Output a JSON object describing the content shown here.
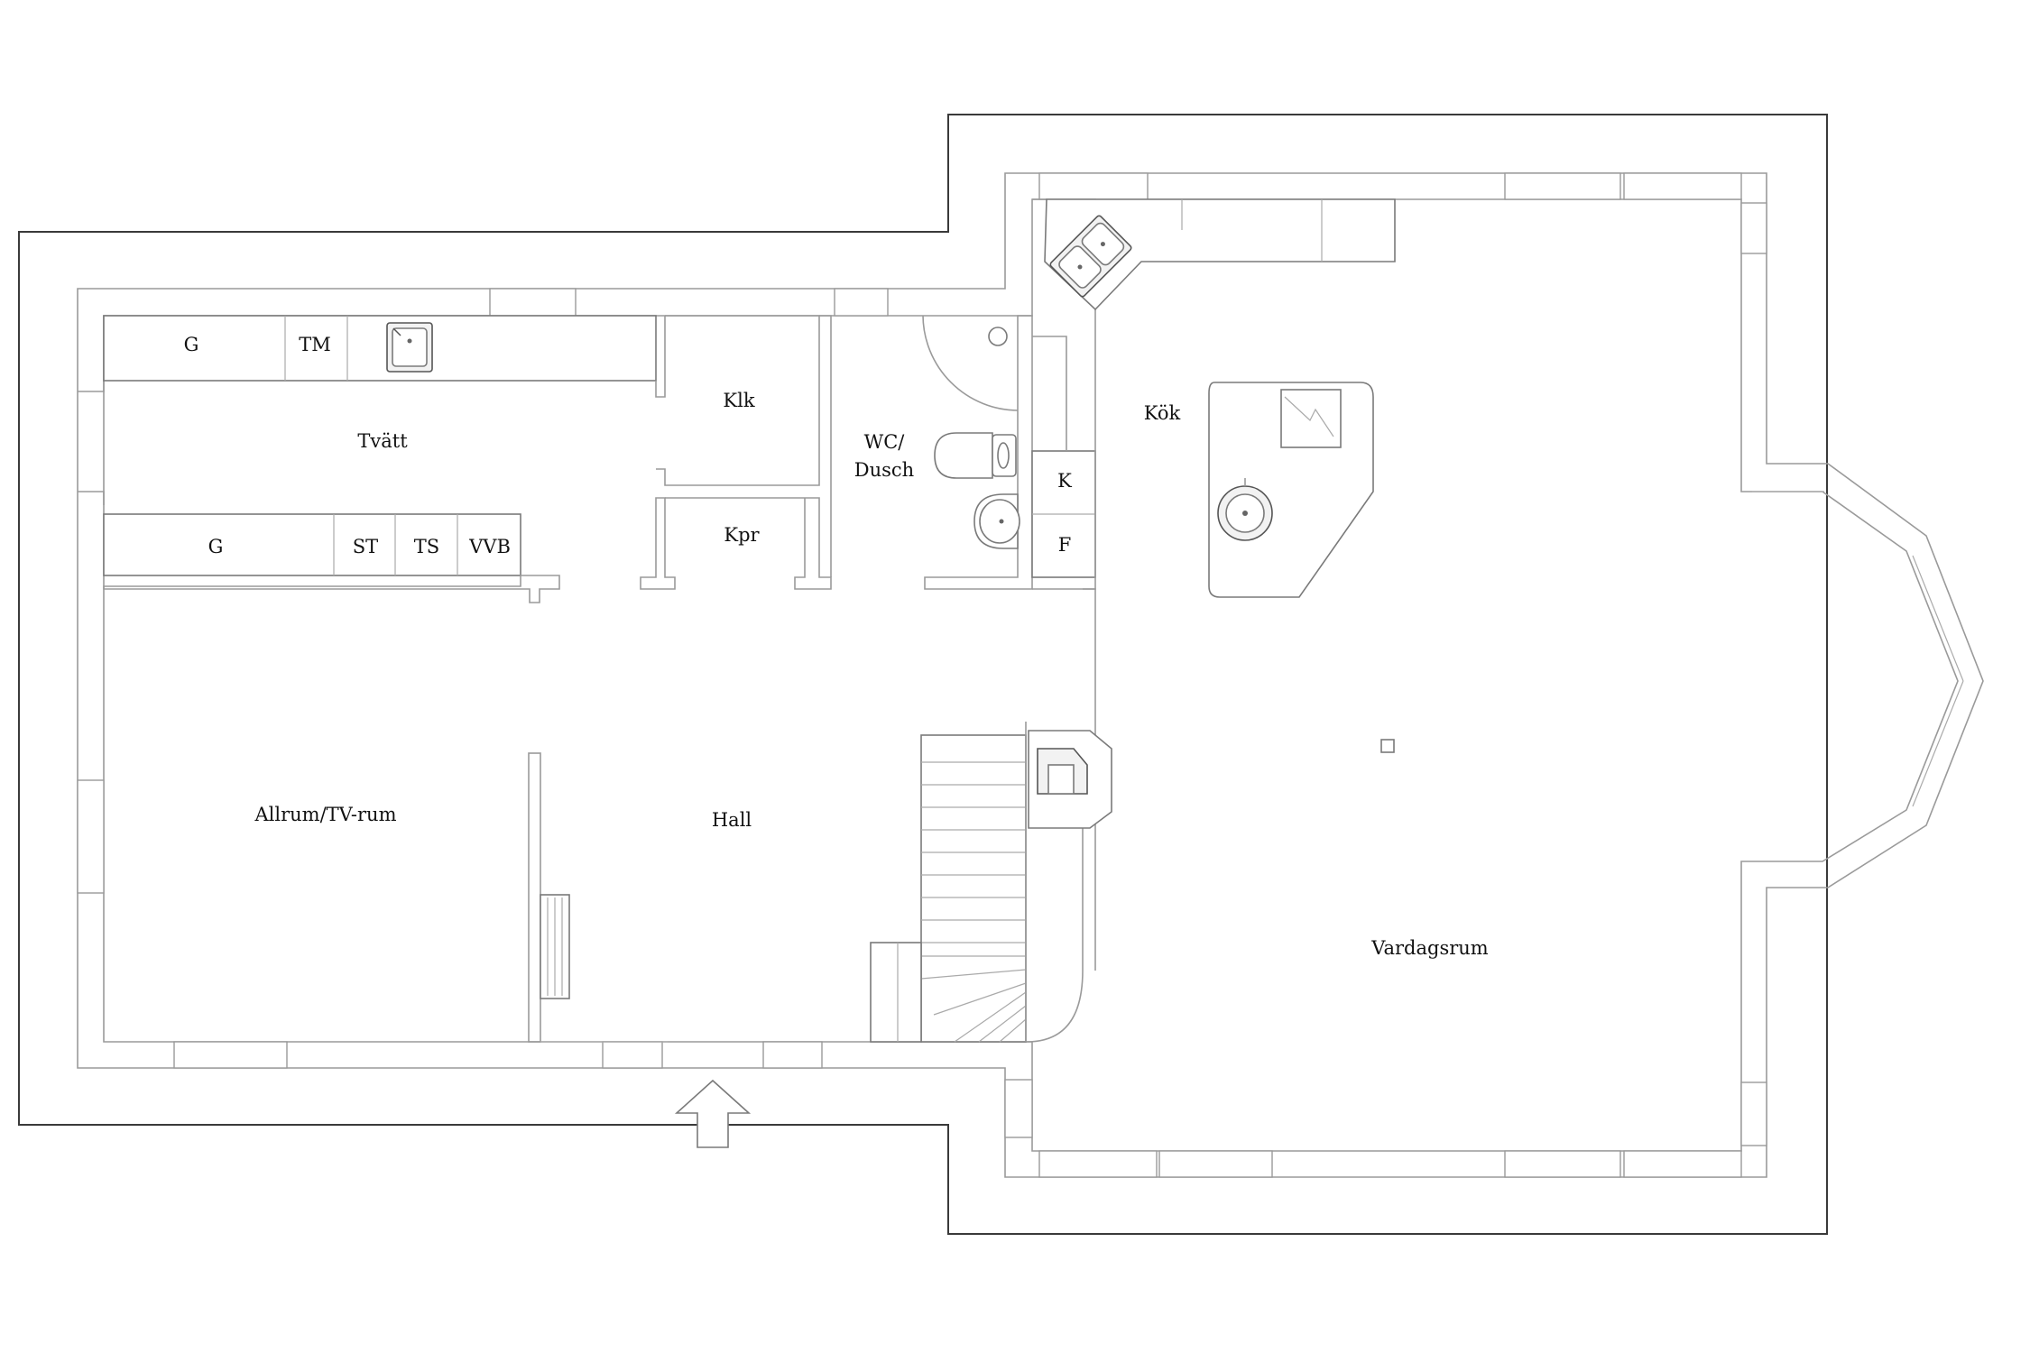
{
  "rooms": {
    "tvatt": "Tvätt",
    "klk": "Klk",
    "kpr": "Kpr",
    "wc_line1": "WC/",
    "wc_line2": "Dusch",
    "kok": "Kök",
    "allrum": "Allrum/TV-rum",
    "hall": "Hall",
    "vardagsrum": "Vardagsrum"
  },
  "appliances": {
    "g_top": "G",
    "tm": "TM",
    "g_bottom": "G",
    "st": "ST",
    "ts": "TS",
    "vvb": "VVB",
    "k": "K",
    "f": "F"
  },
  "icons": [
    "entrance-arrow-icon",
    "sink-icon",
    "double-sink-icon",
    "toilet-icon",
    "washbasin-icon",
    "stove-icon",
    "fireplace-icon",
    "staircase-icon",
    "radiator-icon",
    "shower-icon"
  ]
}
